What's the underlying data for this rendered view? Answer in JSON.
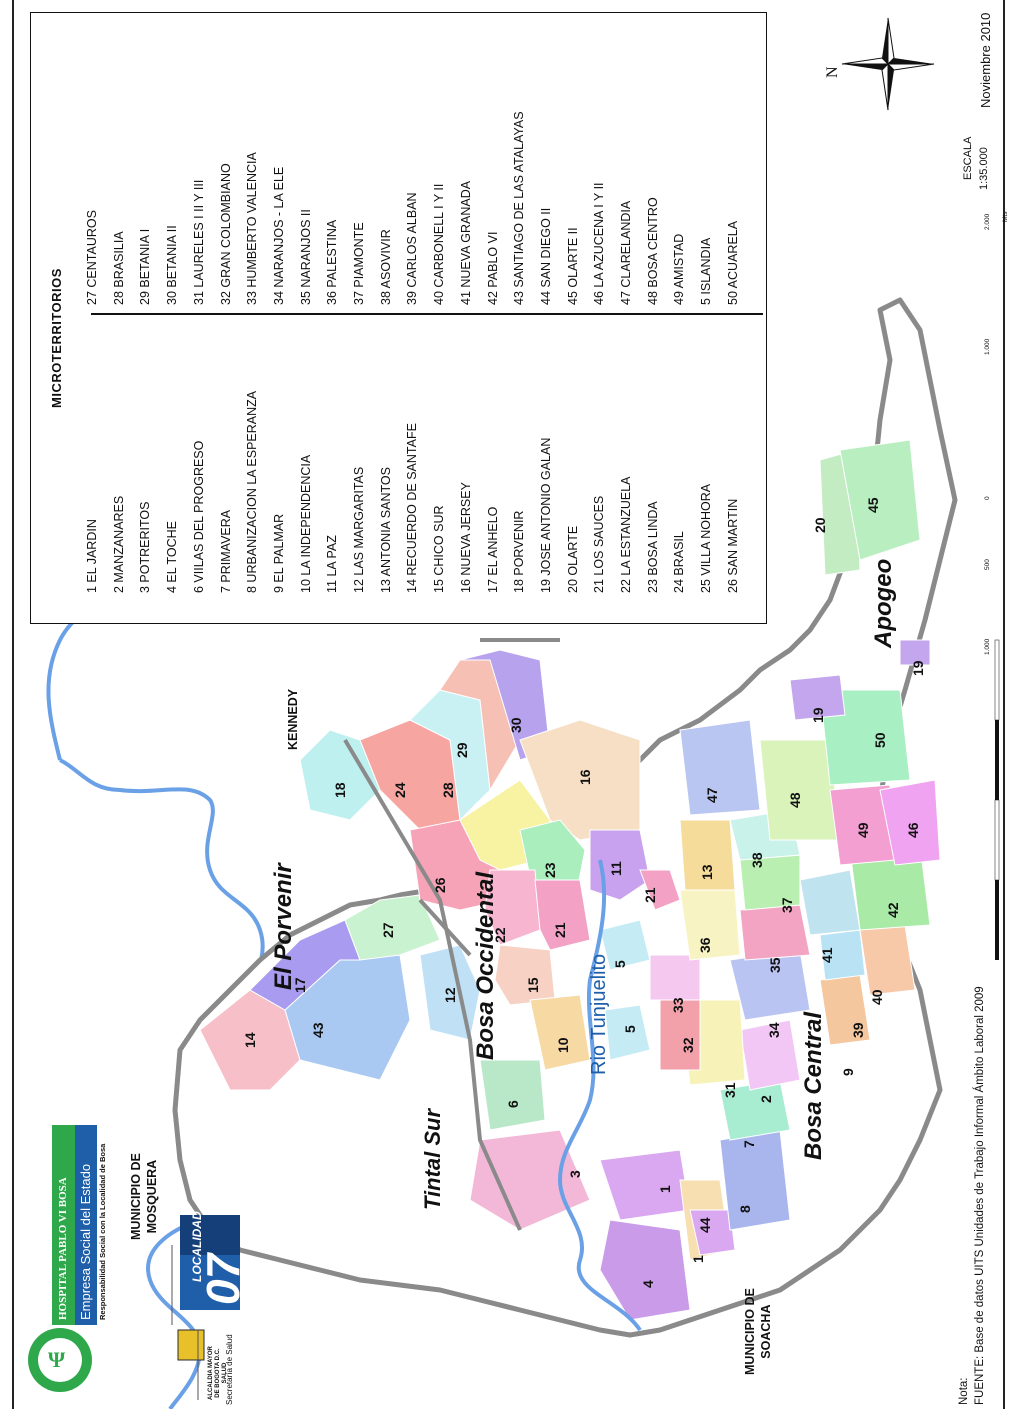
{
  "legend": {
    "title": "MICROTERRITORIOS",
    "col1": [
      "1 EL JARDIN",
      "2 MANZANARES",
      "3 POTRERITOS",
      "4 EL TOCHE",
      "6 VIILAS DEL PROGRESO",
      "7 PRIMAVERA",
      "8 URBANIZACION LA ESPERANZA",
      "9 EL PALMAR",
      "10 LA INDEPENDENCIA",
      "11 LA PAZ",
      "12 LAS MARGARITAS",
      "13 ANTONIA SANTOS",
      "14 RECUERDO DE SANTAFE",
      "15 CHICO SUR",
      "16 NUEVA JERSEY",
      "17 EL ANHELO",
      "18 PORVENIR",
      "19 JOSE ANTONIO GALAN",
      "20 OLARTE",
      "21 LOS SAUCES",
      "22 LA ESTANZUELA",
      "23 BOSA LINDA",
      "24 BRASIL",
      "25 VILLA NOHORA",
      "26 SAN MARTIN"
    ],
    "col2": [
      "27 CENTAUROS",
      "28 BRASILIA",
      "29 BETANIA I",
      "30 BETANIA II",
      "31 LAURELES I II Y III",
      "32 GRAN COLOMBIANO",
      "33 HUMBERTO VALENCIA",
      "34 NARANJOS - LA ELE",
      "35 NARANJOS II",
      "36 PALESTINA",
      "37 PIAMONTE",
      "38 ASOVIVIR",
      "39 CARLOS ALBAN",
      "40 CARBONELL I Y II",
      "41 NUEVA GRANADA",
      "42 PABLO VI",
      "43 SANTIAGO DE LAS ATALAYAS",
      "44 SAN DIEGO II",
      "45 OLARTE II",
      "46 LA AZUCENA I Y II",
      "47 CLARELANDIA",
      "48 BOSA CENTRO",
      "49 AMISTAD",
      "5 ISLANDIA",
      "50 ACUARELA"
    ]
  },
  "places": {
    "kennedy": "KENNEDY",
    "mosquera": "MUNICIPIO DE\nMOSQUERA",
    "soacha": "MUNICIPIO DE\nSOACHA",
    "tintal_sur": "Tintal Sur",
    "el_porvenir": "El Porvenir",
    "bosa_occidental": "Bosa Occidental",
    "bosa_central": "Bosa Central",
    "apogeo": "Apogeo",
    "river": "Rio Tunjuelito"
  },
  "hospital": {
    "name": "HOSPITAL PABLO VI BOSA",
    "subtitle": "Empresa Social del Estado",
    "tagline": "Responsabilidad Social con la Localidad de Bosa"
  },
  "localidad": {
    "label": "LOCALIDAD",
    "number": "07"
  },
  "alcaldia": {
    "line1": "ALCALDIA MAYOR",
    "line2": "DE BOGOTA D.C.",
    "line3": "SALUD",
    "line4": "Secretaría de Salud"
  },
  "footer": {
    "nota": "Nota:",
    "fuente": "FUENTE: Base de datos UITS Unidades de Trabajo Informal Ámbito Laboral 2009"
  },
  "scale": {
    "label": "ESCALA",
    "value": "1:35.000",
    "ticks": [
      "1.000",
      "500",
      "0",
      "1.000",
      "2.000"
    ],
    "unit": "Mts"
  },
  "date": "Noviembre 2010",
  "north": "N",
  "regions": [
    {
      "n": "1",
      "color": "#d9a8f0"
    },
    {
      "n": "2",
      "color": "#f2c7f5"
    },
    {
      "n": "3",
      "color": "#f3b8d8"
    },
    {
      "n": "4",
      "color": "#c99be8"
    },
    {
      "n": "5",
      "color": "#c5ecf5"
    },
    {
      "n": "6",
      "color": "#b9e8c9"
    },
    {
      "n": "7",
      "color": "#a8ecd2"
    },
    {
      "n": "8",
      "color": "#a9b6ee"
    },
    {
      "n": "9",
      "color": "#f5c79e"
    },
    {
      "n": "10",
      "color": "#f7d9a3"
    },
    {
      "n": "11",
      "color": "#c8a2ee"
    },
    {
      "n": "12",
      "color": "#bfe0f5"
    },
    {
      "n": "13",
      "color": "#f5dc9b"
    },
    {
      "n": "14",
      "color": "#f7bfc8"
    },
    {
      "n": "15",
      "color": "#f7d1c4"
    },
    {
      "n": "16",
      "color": "#f7dfc5"
    },
    {
      "n": "17",
      "color": "#a99bef"
    },
    {
      "n": "18",
      "color": "#bff0f0"
    },
    {
      "n": "19",
      "color": "#c3a6ee"
    },
    {
      "n": "20",
      "color": "#c4ecc2"
    },
    {
      "n": "21",
      "color": "#f3a2c6"
    },
    {
      "n": "22",
      "color": "#f7b5d0"
    },
    {
      "n": "23",
      "color": "#a9eebc"
    },
    {
      "n": "24",
      "color": "#f6a5a0"
    },
    {
      "n": "26",
      "color": "#f6a3b8"
    },
    {
      "n": "27",
      "color": "#c9f2d0"
    },
    {
      "n": "28",
      "color": "#c9f0f3"
    },
    {
      "n": "29",
      "color": "#f7c0b5"
    },
    {
      "n": "30",
      "color": "#b7a2ee"
    },
    {
      "n": "31",
      "color": "#f7f2b8"
    },
    {
      "n": "32",
      "color": "#f2a1ab"
    },
    {
      "n": "33",
      "color": "#f5c8ef"
    },
    {
      "n": "34",
      "color": "#b9c4f2"
    },
    {
      "n": "35",
      "color": "#f3a4c3"
    },
    {
      "n": "36",
      "color": "#f7f3c2"
    },
    {
      "n": "37",
      "color": "#b9f0b1"
    },
    {
      "n": "38",
      "color": "#c9f2ea"
    },
    {
      "n": "39",
      "color": "#b9e3f5"
    },
    {
      "n": "40",
      "color": "#f7c9a9"
    },
    {
      "n": "41",
      "color": "#bfe3ef"
    },
    {
      "n": "42",
      "color": "#a9eaa7"
    },
    {
      "n": "43",
      "color": "#a9c9f2"
    },
    {
      "n": "44",
      "color": "#f7dfb2"
    },
    {
      "n": "45",
      "color": "#b9efc0"
    },
    {
      "n": "46",
      "color": "#f0a3f0"
    },
    {
      "n": "47",
      "color": "#b9c6f2"
    },
    {
      "n": "48",
      "color": "#d9f3bb"
    },
    {
      "n": "49",
      "color": "#f39fd1"
    },
    {
      "n": "50",
      "color": "#a9efc4"
    }
  ]
}
